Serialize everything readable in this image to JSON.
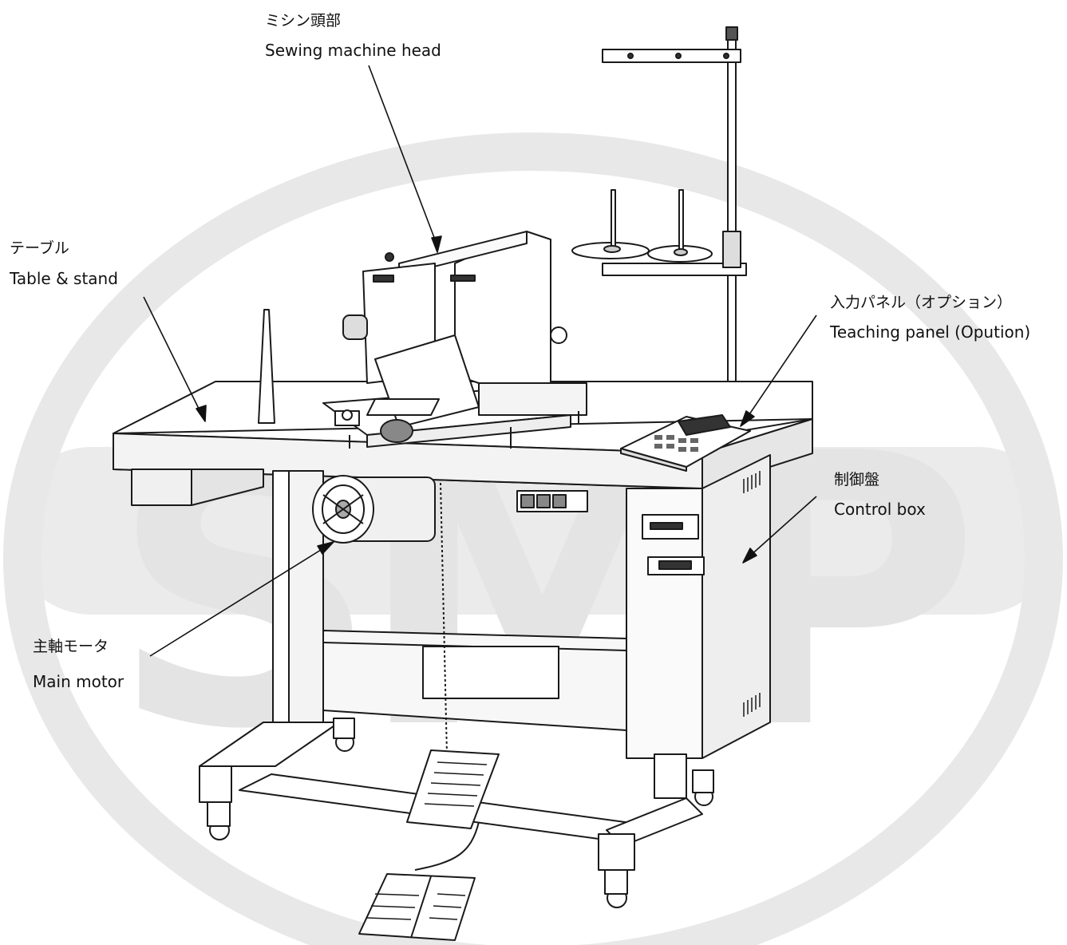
{
  "watermark": {
    "text": "SMP",
    "color": "#e6e6e6"
  },
  "labels": {
    "head": {
      "jp": "ミシン頭部",
      "en": "Sewing machine head"
    },
    "table": {
      "jp": "テーブル",
      "en": "Table & stand"
    },
    "panel": {
      "jp": "入力パネル（オプション）",
      "en": "Teaching panel (Opution)"
    },
    "control": {
      "jp": "制御盤",
      "en": "Control box"
    },
    "motor": {
      "jp": "主軸モータ",
      "en": "Main motor"
    }
  },
  "colors": {
    "line": "#1a1a1a",
    "fill": "#ffffff",
    "shade": "#efefef"
  }
}
